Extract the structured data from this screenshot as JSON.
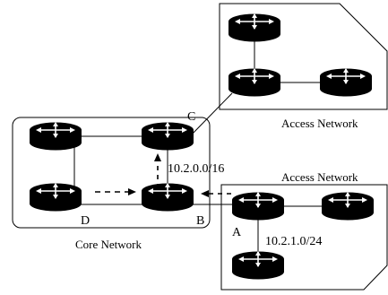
{
  "regions": {
    "access_top": {
      "label": "Access Network"
    },
    "access_bottom": {
      "label": "Access Network"
    },
    "core": {
      "label": "Core Network"
    }
  },
  "nodes": {
    "c": {
      "label": "C"
    },
    "d": {
      "label": "D"
    },
    "b": {
      "label": "B"
    },
    "a": {
      "label": "A"
    }
  },
  "prefixes": {
    "route_b": "10.2.0.0/16",
    "route_a": "10.2.1.0/24"
  },
  "icon": "router-icon",
  "colors": {
    "router_body": "#000000",
    "router_arrows": "#ffffff",
    "lines": "#000000"
  }
}
